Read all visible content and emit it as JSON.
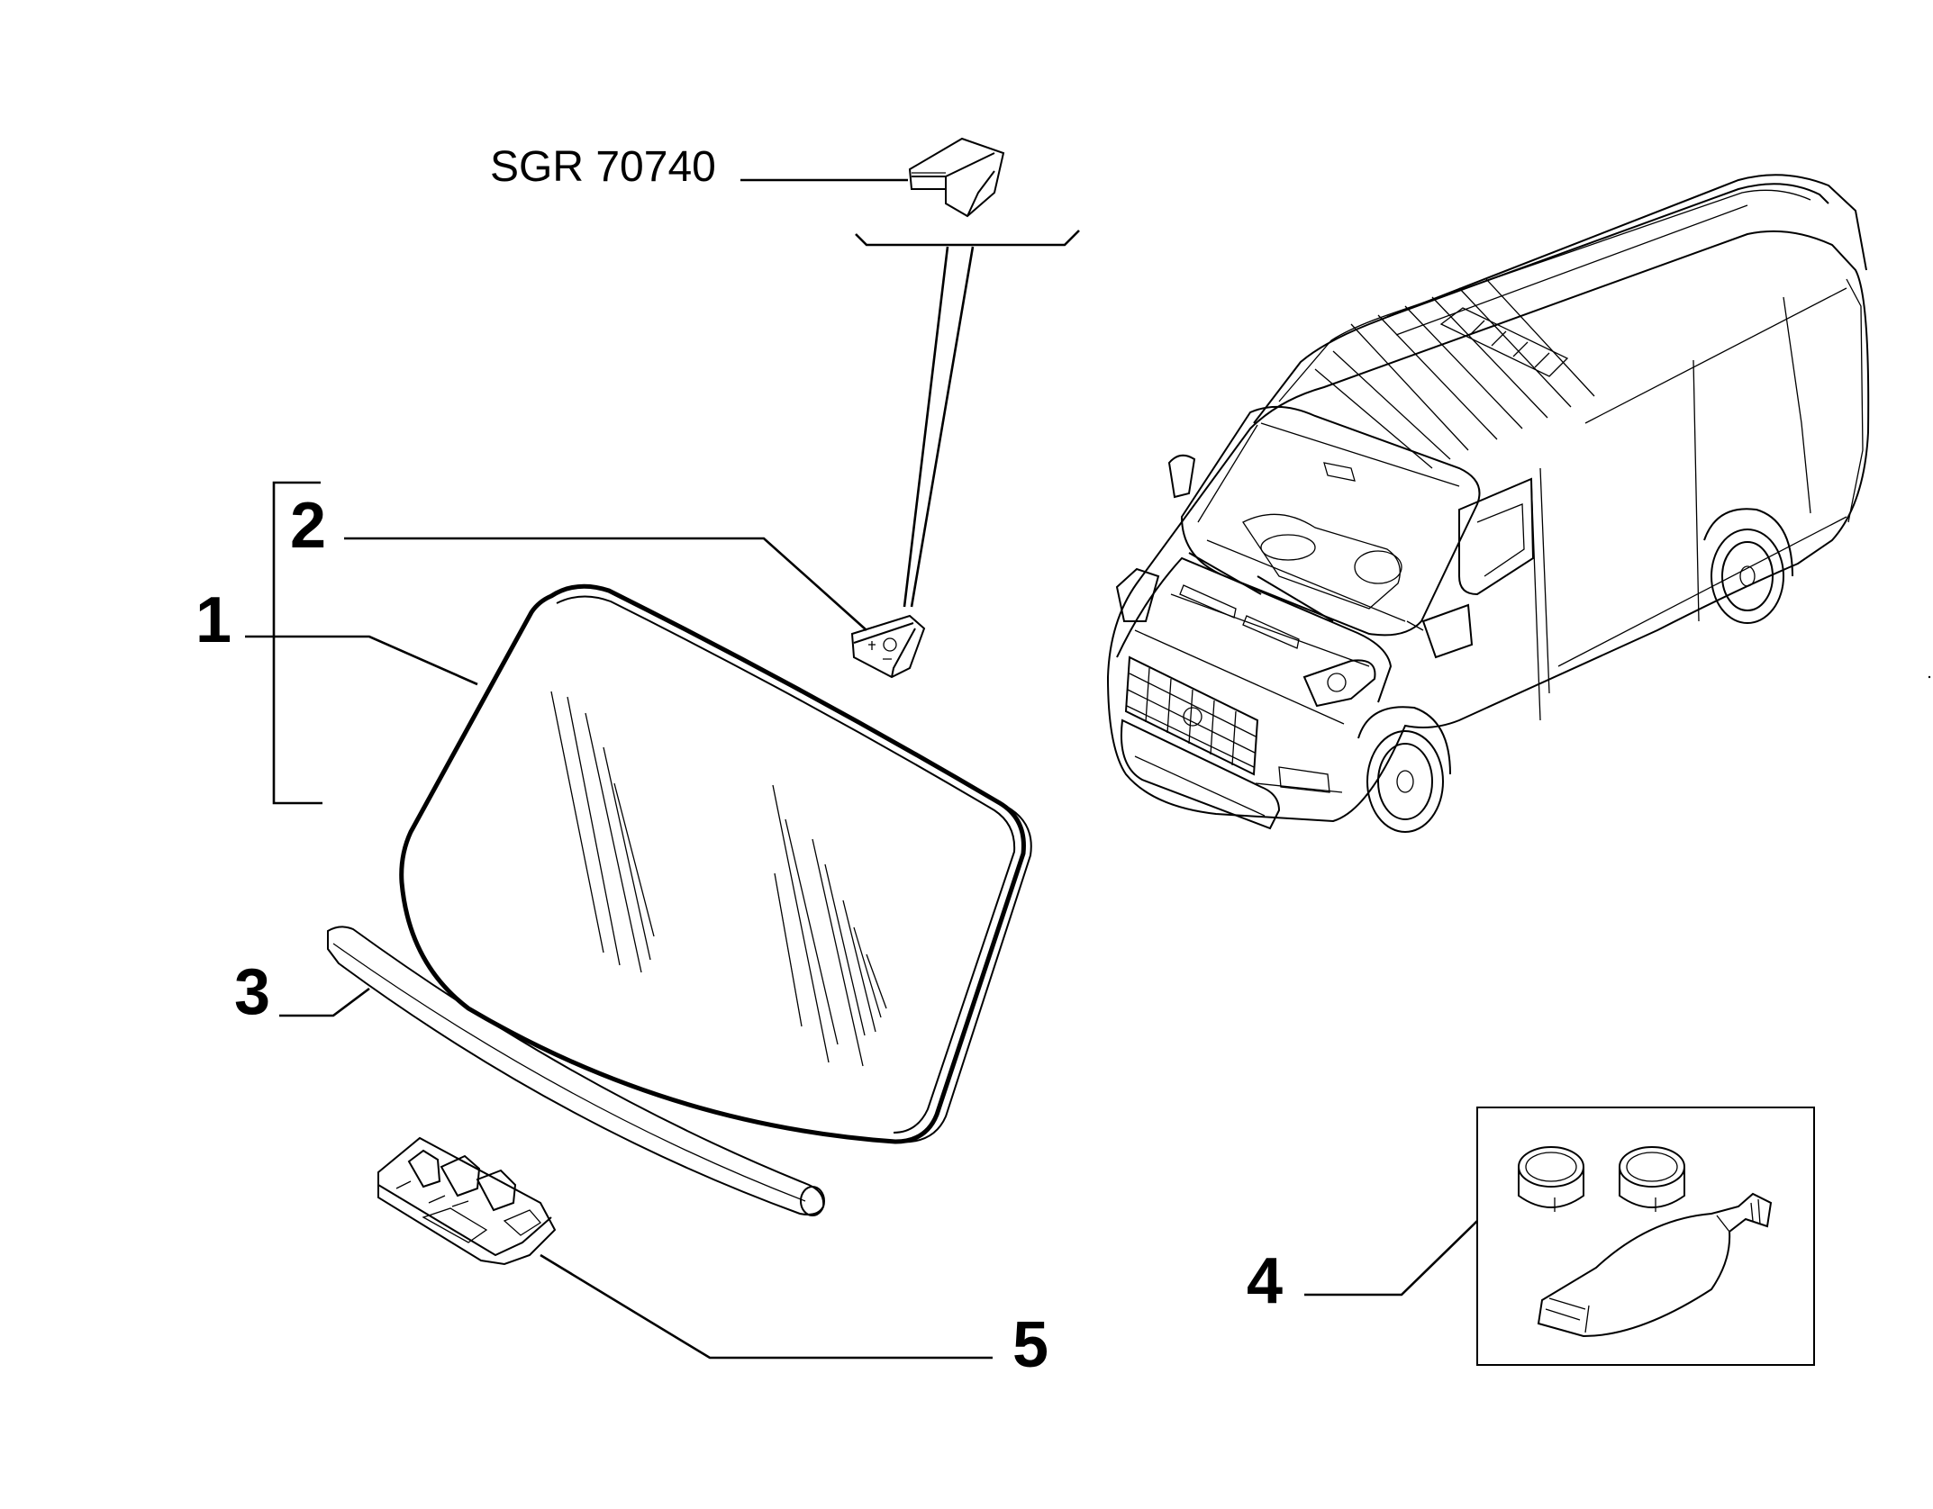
{
  "callouts": {
    "c1": "1",
    "c2": "2",
    "c3": "3",
    "c4": "4",
    "c5": "5"
  },
  "reference": {
    "sgr": "SGR 70740"
  }
}
